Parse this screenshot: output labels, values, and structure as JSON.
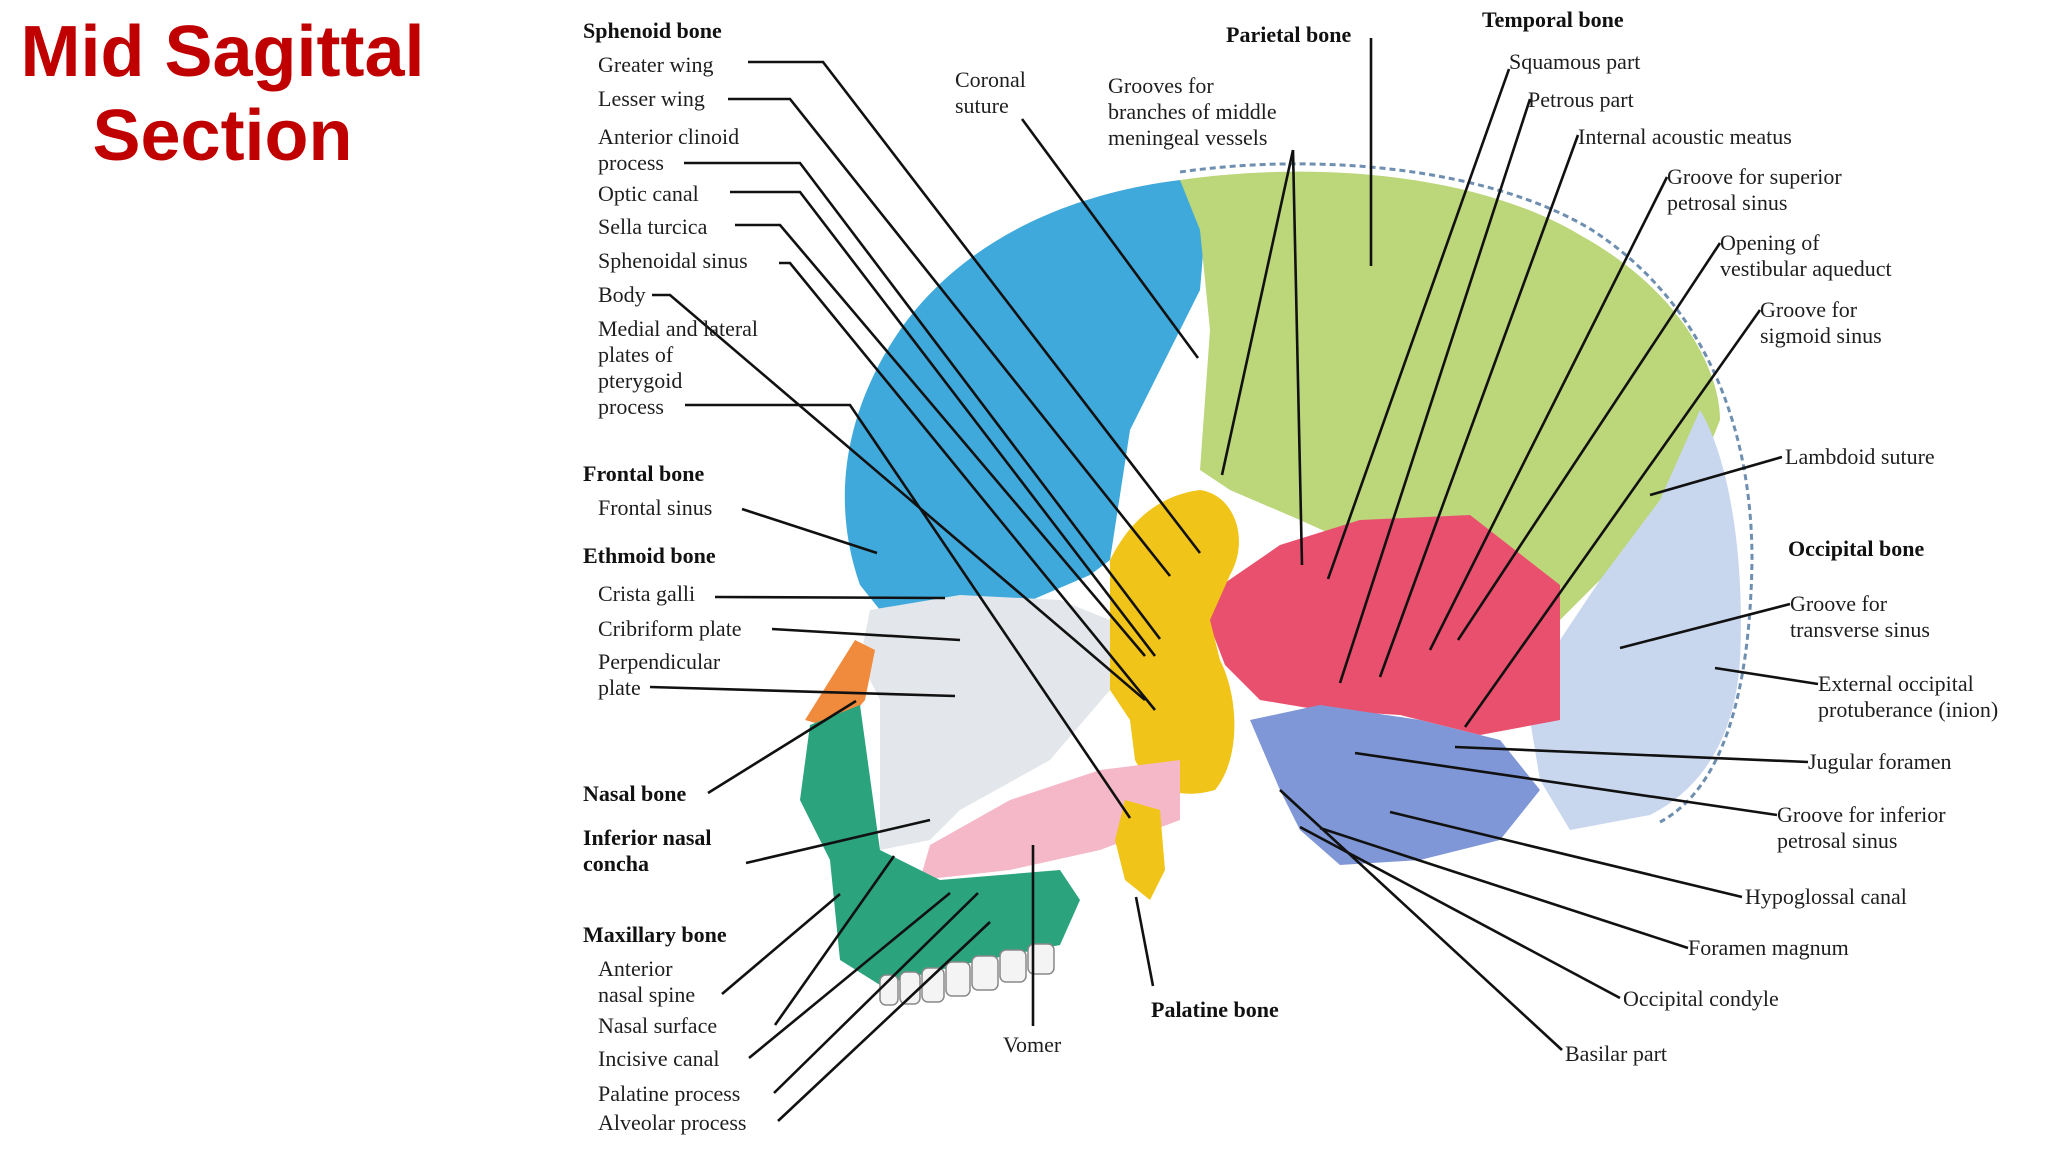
{
  "slide": {
    "title_line1": "Mid Sagittal",
    "title_line2": "Section"
  },
  "colors": {
    "title": "#c00000",
    "frontal": "#3fa9db",
    "parietal": "#bcd67a",
    "temporal": "#e8506e",
    "sphenoid": "#f0c419",
    "occipital": "#c9d7ee",
    "ethmoid": "#e3e6ea",
    "nasal": "#f08a3c",
    "maxilla": "#2ba37c",
    "vomer": "#f4b8c8",
    "palatine": "#f0c419",
    "basilar": "#7f97d6"
  },
  "labels": {
    "sphenoid": "Sphenoid bone",
    "greater_wing": "Greater wing",
    "lesser_wing": "Lesser wing",
    "ant_clinoid_1": "Anterior clinoid",
    "ant_clinoid_2": "process",
    "optic_canal": "Optic canal",
    "sella_turcica": "Sella turcica",
    "sphenoidal_sinus": "Sphenoidal sinus",
    "body": "Body",
    "pterygoid_1": "Medial and lateral",
    "pterygoid_2": "plates of",
    "pterygoid_3": "pterygoid",
    "pterygoid_4": "process",
    "frontal": "Frontal bone",
    "frontal_sinus": "Frontal sinus",
    "ethmoid": "Ethmoid bone",
    "crista_galli": "Crista galli",
    "cribriform": "Cribriform plate",
    "perp_1": "Perpendicular",
    "perp_2": "plate",
    "nasal_bone": "Nasal bone",
    "inf_concha_1": "Inferior nasal",
    "inf_concha_2": "concha",
    "maxillary": "Maxillary bone",
    "ans_1": "Anterior",
    "ans_2": "nasal spine",
    "nasal_surface": "Nasal surface",
    "incisive_canal": "Incisive canal",
    "palatine_process": "Palatine process",
    "alveolar_process": "Alveolar process",
    "coronal_1": "Coronal",
    "coronal_2": "suture",
    "grooves_1": "Grooves for",
    "grooves_2": "branches of middle",
    "grooves_3": "meningeal vessels",
    "parietal": "Parietal bone",
    "vomer": "Vomer",
    "palatine": "Palatine bone",
    "temporal": "Temporal bone",
    "squamous": "Squamous part",
    "petrous": "Petrous part",
    "iam": "Internal acoustic meatus",
    "gsps_1": "Groove for superior",
    "gsps_2": "petrosal sinus",
    "ova_1": "Opening of",
    "ova_2": "vestibular aqueduct",
    "gss_1": "Groove for",
    "gss_2": "sigmoid sinus",
    "lambdoid": "Lambdoid suture",
    "occipital": "Occipital bone",
    "gts_1": "Groove for",
    "gts_2": "transverse sinus",
    "eop_1": "External occipital",
    "eop_2": "protuberance (inion)",
    "jugular": "Jugular foramen",
    "gips_1": "Groove for inferior",
    "gips_2": "petrosal sinus",
    "hypoglossal": "Hypoglossal canal",
    "magnum": "Foramen magnum",
    "condyle": "Occipital condyle",
    "basilar": "Basilar part"
  }
}
